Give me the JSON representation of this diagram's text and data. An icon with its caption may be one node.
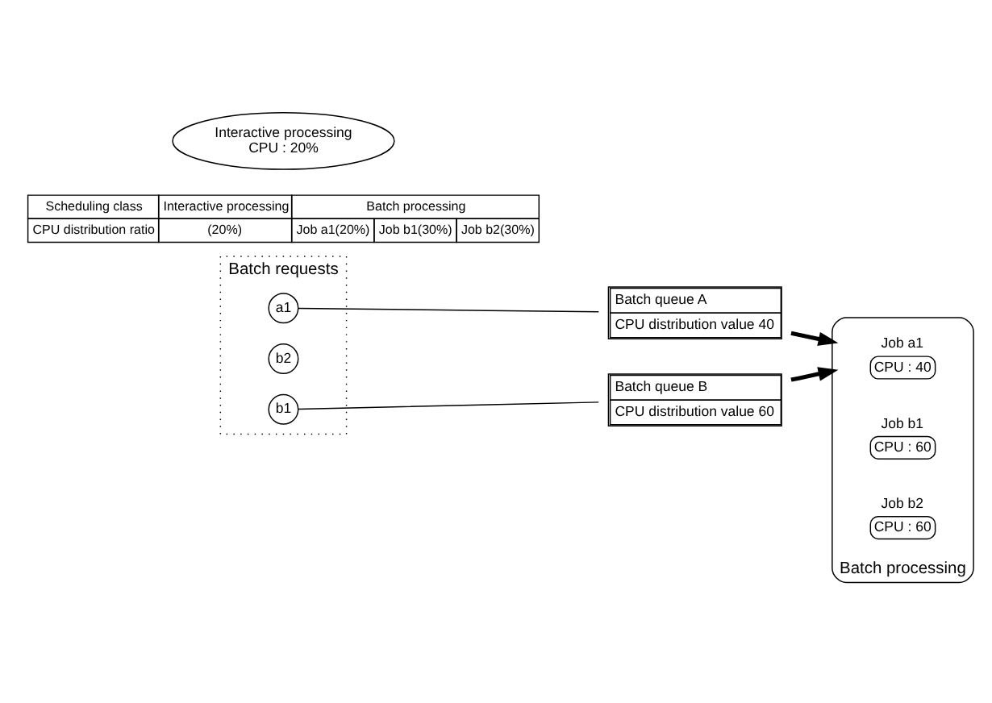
{
  "diagram": {
    "nodes": [
      {
        "text": [
          "Batch requests"
        ]
      },
      {
        "text": [
          "a1"
        ],
        "in": 0
      },
      {
        "text": [
          "b2"
        ],
        "in": 0
      },
      {
        "text": [
          "b1"
        ],
        "in": 0
      },
      {
        "text": [
          "Batch queue A",
          "CPU distribution value 40"
        ]
      },
      {
        "text": [
          "Batch queue B",
          "CPU distribution value 60"
        ]
      },
      {
        "text": [
          "Batch processing"
        ]
      },
      {
        "text": [
          "Job a1",
          "CPU : 40"
        ],
        "in": 6
      },
      {
        "text": [
          "Job b1",
          "CPU : 60"
        ],
        "in": 6
      },
      {
        "text": [
          "Job b2",
          "CPU : 60"
        ],
        "in": 6
      },
      {
        "text": [
          "Interactive processing",
          "CPU : 20%"
        ]
      }
    ],
    "edges": [
      {
        "from": 1,
        "to": 4,
        "arrow": "none"
      },
      {
        "from": 3,
        "to": 5,
        "arrow": "none"
      },
      {
        "from": 4,
        "to": 6,
        "arrow": "to",
        "style": "thick"
      },
      {
        "from": 5,
        "to": 6,
        "arrow": "to",
        "style": "thick"
      }
    ],
    "labels": [
      "Scheduling class",
      "Interactive processing",
      "Batch processing",
      "CPU distribution ratio",
      "(20%)",
      "Job a1(20%)",
      "Job b1(30%)",
      "Job b2(30%)"
    ]
  }
}
